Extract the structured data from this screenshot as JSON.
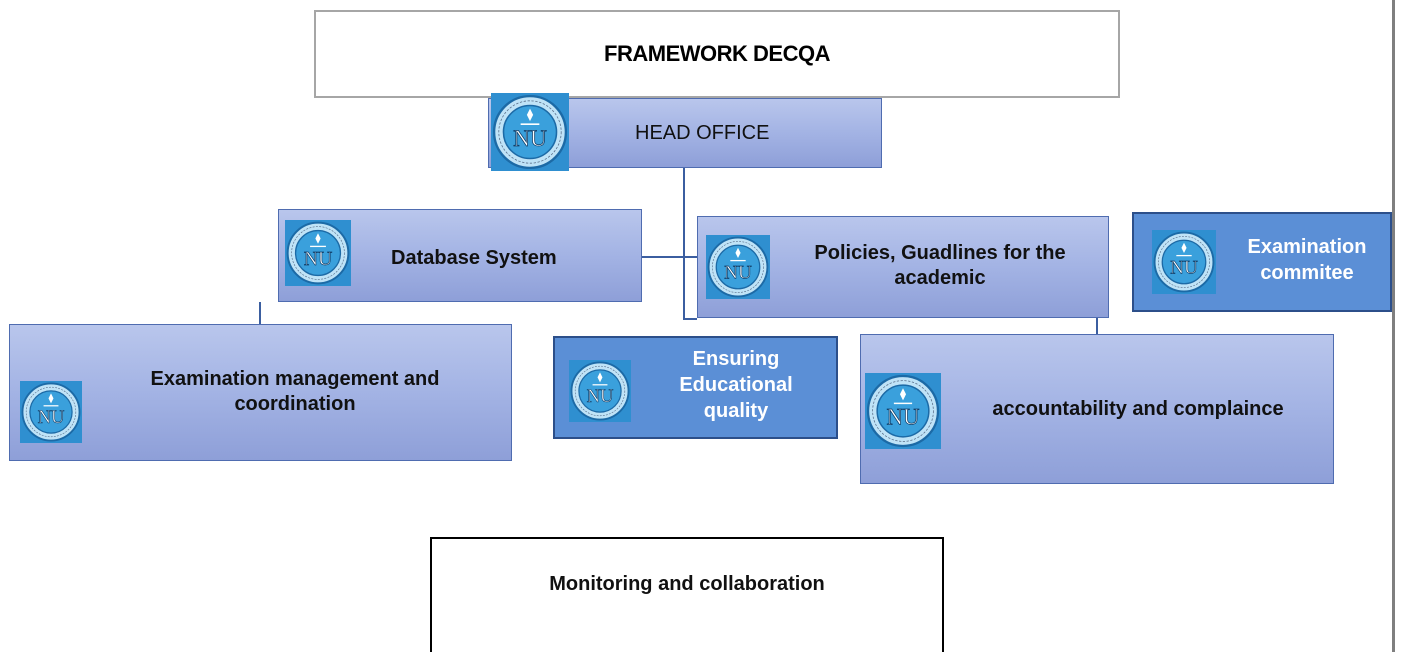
{
  "title": "FRAMEWORK DECQA",
  "nodes": {
    "head_office": "HEAD OFFICE",
    "database": "Database System",
    "policies_line1": "Policies, Guadlines for the",
    "policies_line2": "academic",
    "committee_line1": "Examination",
    "committee_line2": "commitee",
    "exam_mgmt_line1": "Examination management and",
    "exam_mgmt_line2": "coordination",
    "quality_line1": "Ensuring",
    "quality_line2": "Educational",
    "quality_line3": "quality",
    "accountability": "accountability and complaince",
    "monitoring": "Monitoring and collaboration"
  },
  "logo_text": "NU",
  "colors": {
    "box_gradient_top": "#b9c6ec",
    "box_solid": "#5b8fd6",
    "connector": "#3b5ea0"
  }
}
